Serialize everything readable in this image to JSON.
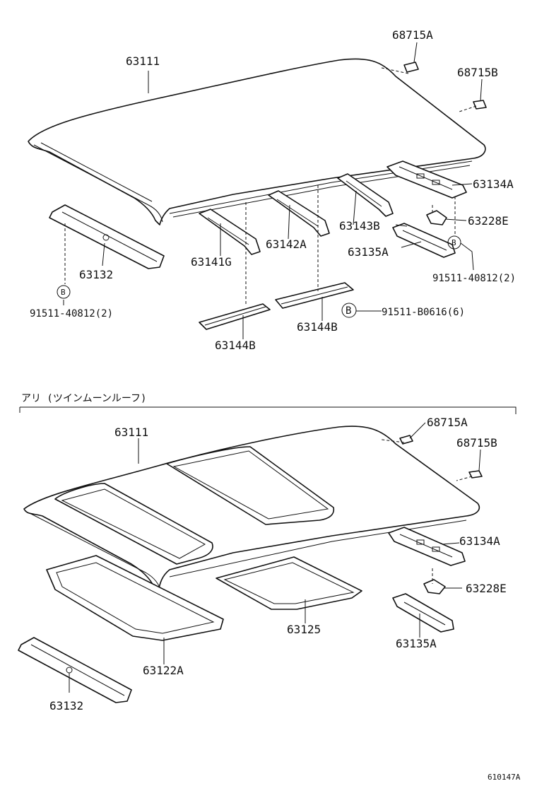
{
  "diagram": {
    "variant_heading": "アリ (ツインムーンルーフ)",
    "catalog_code": "610147A",
    "bolt_marker": "B",
    "top_section": {
      "roof_panel": "63111",
      "roof_clip_a": "68715A",
      "roof_clip_b": "68715B",
      "rail_right_front": "63134A",
      "bracket_right": "63228E",
      "bolt_right": "91511-40812(2)",
      "rail_right_rear": "63135A",
      "bow_rear": "63143B",
      "bow_center": "63142A",
      "bow_front": "63141G",
      "front_header": "63132",
      "bolt_left": "91511-40812(2)",
      "reinforcement_right": "63144B",
      "reinforcement_left": "63144B",
      "bolt_center": "91511-B0616(6)"
    },
    "bottom_section": {
      "roof_panel": "63111",
      "roof_clip_a": "68715A",
      "roof_clip_b": "68715B",
      "rail_right_front": "63134A",
      "bracket_right": "63228E",
      "rear_sunroof_frame": "63125",
      "rail_right_rear": "63135A",
      "front_sunroof_frame": "63122A",
      "front_header": "63132"
    }
  }
}
